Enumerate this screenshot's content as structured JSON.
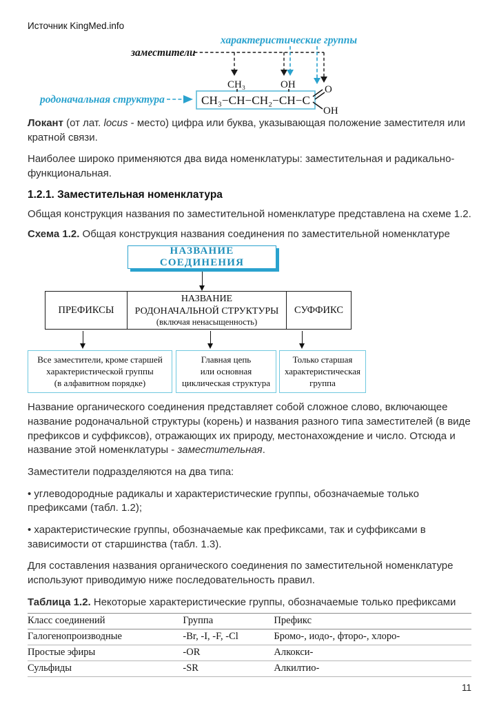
{
  "page": {
    "source_label": "Источник KingMed.info",
    "page_number": "11"
  },
  "colors": {
    "accent_cyan": "#2AA2CE",
    "light_cyan_border": "#6FC8DF",
    "text_black": "#141414"
  },
  "diagram": {
    "char_groups_label": "характеристические группы",
    "substituents_label": "заместители",
    "parent_label": "родоначальная структура",
    "formula": {
      "chain": "CH₃−CH−CH₂−CH−C",
      "branch_methyl": "CH₃",
      "branch_hydroxyl": "OH",
      "carbonyl_o": "O",
      "acid_oh": "OH"
    }
  },
  "paragraphs": {
    "lokant_bold": "Локант",
    "lokant_mid": " (от лат. ",
    "lokant_italic": "locus",
    "lokant_rest": " - место) цифра или буква, указывающая положение заместителя или кратной связи.",
    "nomenclature_types": "Наиболее широко применяются два вида номенклатуры: заместительная и радикально-функциональная.",
    "section_heading": "1.2.1. Заместительная номенклатура",
    "scheme_intro": "Общая конструкция названия по заместительной номенклатуре представлена на схеме 1.2.",
    "scheme_caption_bold": "Схема 1.2.",
    "scheme_caption_rest": " Общая конструкция названия соединения по заместительной номенклатуре",
    "name_structure_pre": "Название органического соединения представляет собой сложное слово, включающее название родоначальной структуры (корень) и названия разного типа заместителей (в виде префиксов и суффиксов), отражающих их природу, местонахождение и число. Отсюда и название этой номенклатуры - ",
    "name_structure_italic": "заместительная",
    "name_structure_end": ".",
    "two_types": "Заместители подразделяются на два типа:",
    "bullet1": "• углеводородные радикалы и характеристические группы, обозначаемые только префиксами (табл. 1.2);",
    "bullet2": "• характеристические группы, обозначаемые как префиксами, так и суффиксами в зависимости от старшинства (табл. 1.3).",
    "rules_intro": "Для составления названия органического соединения по заместительной номенклатуре используют приводимую ниже последовательность правил."
  },
  "flowchart": {
    "top_box": "НАЗВАНИЕ СОЕДИНЕНИЯ",
    "prefix_cell": "ПРЕФИКСЫ",
    "parent_line1": "НАЗВАНИЕ",
    "parent_line2": "РОДОНАЧАЛЬНОЙ СТРУКТУРЫ",
    "parent_line3": "(включая ненасыщенность)",
    "suffix_cell": "СУФФИКС",
    "bottom1_line1": "Все заместители, кроме старшей",
    "bottom1_line2": "характеристической группы",
    "bottom1_line3": "(в алфавитном порядке)",
    "bottom2_line1": "Главная цепь",
    "bottom2_line2": "или основная",
    "bottom2_line3": "циклическая структура",
    "bottom3_line1": "Только старшая",
    "bottom3_line2": "характеристическая",
    "bottom3_line3": "группа"
  },
  "table": {
    "caption_bold": "Таблица 1.2.",
    "caption_rest": " Некоторые характеристические группы, обозначаемые только префиксами",
    "headers": [
      "Класс соединений",
      "Группа",
      "Префикс"
    ],
    "rows": [
      [
        "Галогенопроизводные",
        "-Br, -I, -F, -Cl",
        "Бромо-, иодо-, фторо-, хлоро-"
      ],
      [
        "Простые эфиры",
        "-OR",
        "Алкокси-"
      ],
      [
        "Сульфиды",
        "-SR",
        "Алкилтио-"
      ]
    ]
  }
}
